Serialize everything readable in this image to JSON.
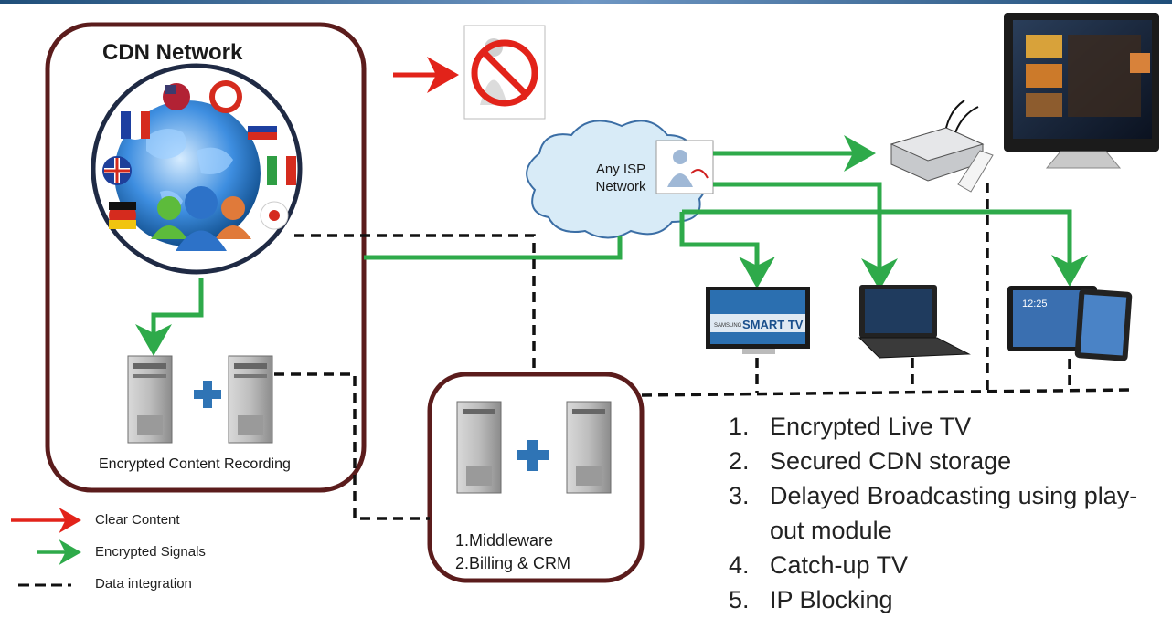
{
  "diagram": {
    "cdn_network_title": "CDN Network",
    "recording_label": "Encrypted Content Recording",
    "isp_label_line1": "Any ISP",
    "isp_label_line2": "Network",
    "middleware_line1": "1.Middleware",
    "middleware_line2": "2.Billing & CRM",
    "smart_tv_logo": "SMART TV",
    "smart_tv_brand": "SAMSUNG",
    "tablet_time": "12:25"
  },
  "legend": [
    {
      "label": "Clear Content",
      "style": "red-arrow",
      "color": "#e2231a"
    },
    {
      "label": "Encrypted Signals",
      "style": "green-arrow",
      "color": "#2eaa4a"
    },
    {
      "label": "Data integration",
      "style": "dashed-line",
      "color": "#111111"
    }
  ],
  "features": [
    {
      "num": "1.",
      "text": "Encrypted Live TV"
    },
    {
      "num": "2.",
      "text": "Secured CDN storage"
    },
    {
      "num": "3.",
      "text": "Delayed Broadcasting using play-out module"
    },
    {
      "num": "4.",
      "text": "Catch-up TV"
    },
    {
      "num": "5.",
      "text": "IP Blocking"
    }
  ],
  "colors": {
    "box_border": "#5b1c1c",
    "green": "#2eaa4a",
    "red": "#e2231a",
    "server_plus": "#2f74b5"
  }
}
